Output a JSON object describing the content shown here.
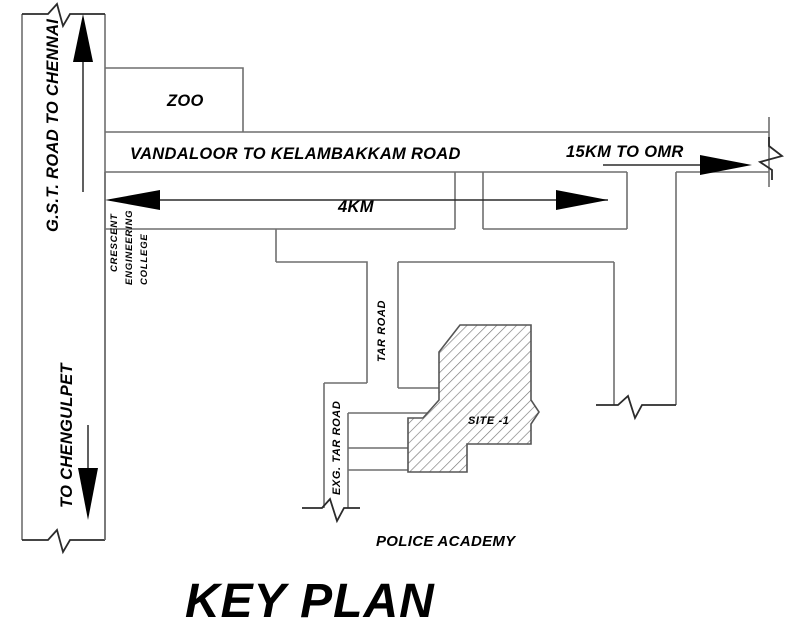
{
  "drawing": {
    "title": "KEY PLAN",
    "type": "architectural-key-plan",
    "background_color": "#ffffff",
    "line_color": "#6f6f6f",
    "text_color": "#000000",
    "hatch_color": "#555555"
  },
  "labels": {
    "gst_road": "G.S.T. ROAD TO CHENNAI",
    "to_chengulpet": "TO CHENGULPET",
    "zoo": "ZOO",
    "vandaloor_road": "VANDALOOR TO KELAMBAKKAM ROAD",
    "omr_distance": "15KM TO OMR",
    "four_km": "4KM",
    "crescent_line1": "CRESCENT",
    "crescent_line2": "ENGINEERING",
    "crescent_line3": "COLLEGE",
    "tar_road": "TAR ROAD",
    "exg_tar_road": "EXG. TAR ROAD",
    "site": "SITE -1",
    "police_academy": "POLICE ACADEMY",
    "title": "KEY PLAN"
  },
  "map_features": {
    "roads": [
      {
        "name": "G.S.T. ROAD TO CHENNAI",
        "orientation": "vertical",
        "direction": "north",
        "label": "G.S.T. ROAD TO CHENNAI"
      },
      {
        "name": "G.S.T. ROAD TO CHENGULPET",
        "orientation": "vertical",
        "direction": "south",
        "label": "TO CHENGULPET"
      },
      {
        "name": "VANDALOOR TO KELAMBAKKAM ROAD",
        "orientation": "horizontal",
        "label": "VANDALOOR TO KELAMBAKKAM ROAD"
      },
      {
        "name": "TAR ROAD",
        "orientation": "vertical",
        "label": "TAR ROAD"
      },
      {
        "name": "EXG. TAR ROAD",
        "orientation": "vertical",
        "label": "EXG. TAR ROAD"
      }
    ],
    "landmarks": [
      {
        "name": "ZOO",
        "label": "ZOO"
      },
      {
        "name": "CRESCENT ENGINEERING COLLEGE",
        "label": "CRESCENT ENGINEERING COLLEGE"
      },
      {
        "name": "POLICE ACADEMY",
        "label": "POLICE ACADEMY"
      },
      {
        "name": "SITE -1",
        "label": "SITE -1",
        "hatched": true
      }
    ],
    "distances": [
      {
        "label": "4KM",
        "from": "CRESCENT ENGINEERING COLLEGE",
        "direction": "east"
      },
      {
        "label": "15KM TO OMR",
        "direction": "east"
      }
    ]
  }
}
